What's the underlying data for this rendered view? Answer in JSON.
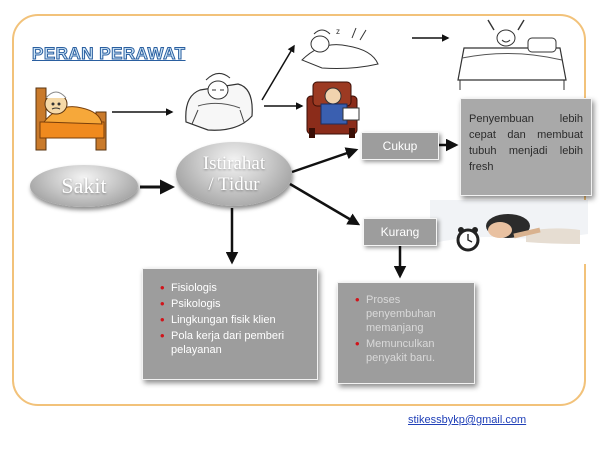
{
  "title": "PERAN PERAWAT",
  "nodes": {
    "sakit": "Sakit",
    "istirahat_line1": "Istirahat",
    "istirahat_line2": "/ Tidur",
    "cukup": "Cukup",
    "kurang": "Kurang"
  },
  "result_box": {
    "text": "Penyembuan lebih cepat dan membuat tubuh menjadi lebih fresh"
  },
  "factors_box": {
    "items": [
      "Fisiologis",
      "Psikologis",
      "Lingkungan fisik klien",
      "Pola kerja dari pemberi pelayanan"
    ]
  },
  "effects_box": {
    "items": [
      "Proses penyembuhan memanjang",
      "Memunculkan penyakit baru."
    ]
  },
  "footer": {
    "email": "stikessbykp@gmail.com"
  },
  "colors": {
    "frame": "#f2c27a",
    "node_gray": "#9d9d9d",
    "bullet_red": "#d1141b",
    "title_blue": "#2a5fa0",
    "email_blue": "#2040b8"
  }
}
